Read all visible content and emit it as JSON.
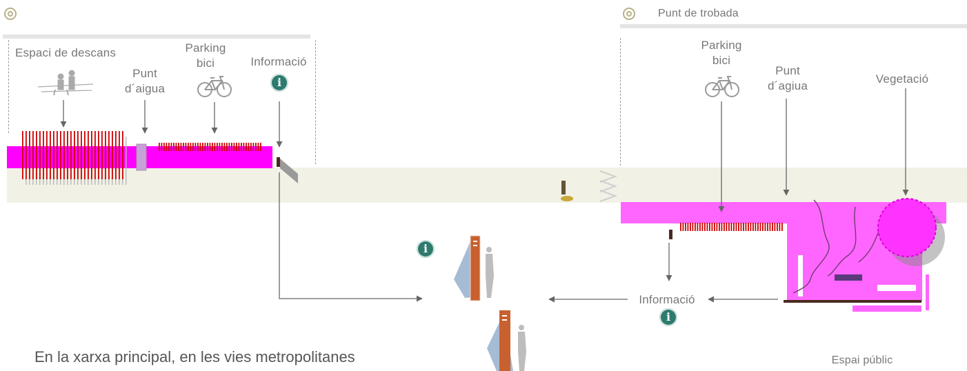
{
  "left_panel": {
    "zone_label": "Espaci de descans",
    "punt_aigua": [
      "Punt",
      "d´aigua"
    ],
    "parking_bici": [
      "Parking",
      "bici"
    ],
    "informacio": "Informació"
  },
  "right_panel": {
    "header": "Punt de trobada",
    "parking_bici": [
      "Parking",
      "bici"
    ],
    "punt_agiua": [
      "Punt",
      "d´agiua"
    ],
    "vegetacio": "Vegetació"
  },
  "center": {
    "informacio": "Informació"
  },
  "footer": {
    "body_text": "En la xarxa principal, en les vies metropolitanes",
    "espai_public": "Espai públic"
  },
  "colors": {
    "road": "#f1f1e6",
    "magenta": "#ff00ff",
    "bench_red": "#cc0000",
    "info_teal": "#2d7a6e",
    "totem_orange": "#c8612f"
  },
  "icons": [
    "target-icon",
    "bench-people-icon",
    "bicycle-icon",
    "info-icon",
    "cyclist-icon",
    "totem-icon",
    "person-silhouette-icon",
    "tree-icon"
  ]
}
